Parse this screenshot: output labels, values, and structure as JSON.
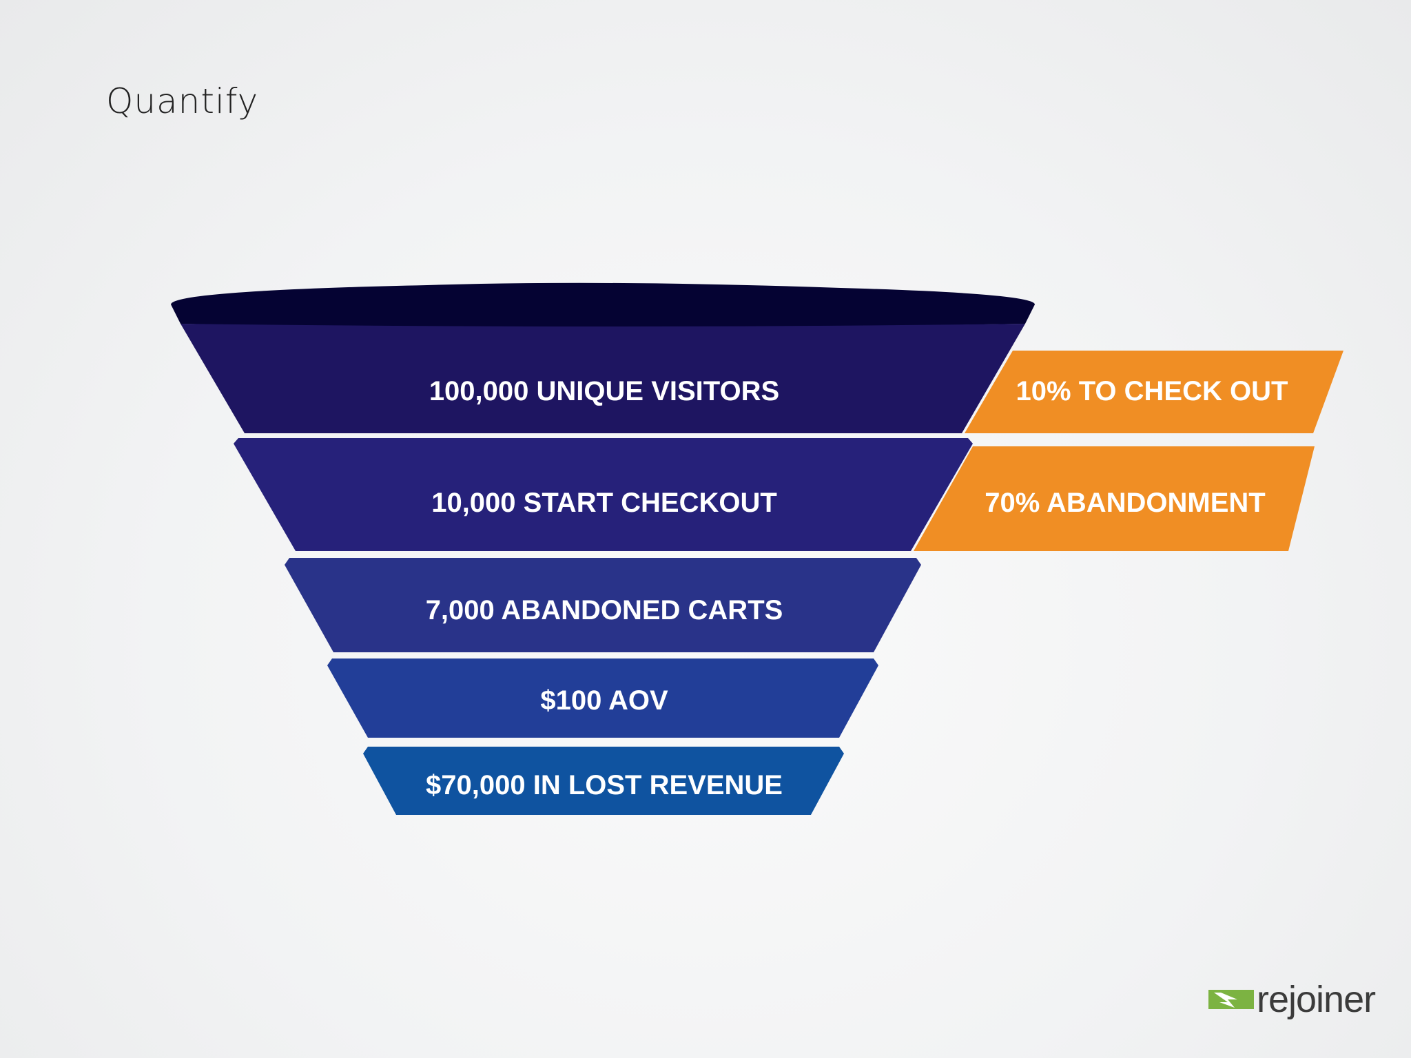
{
  "title": "Quantify",
  "funnel": {
    "stages": [
      {
        "label": "100,000 UNIQUE VISITORS",
        "color": "#1e1561"
      },
      {
        "label": "10,000 START CHECKOUT",
        "color": "#26217a"
      },
      {
        "label": "7,000 ABANDONED CARTS",
        "color": "#293389"
      },
      {
        "label": "$100 AOV",
        "color": "#223e98"
      },
      {
        "label": "$70,000 IN LOST REVENUE",
        "color": "#0f53a0"
      }
    ],
    "rates": [
      {
        "label": "10% TO CHECK OUT",
        "color": "#f08e24"
      },
      {
        "label": "70% ABANDONMENT",
        "color": "#f08e24"
      }
    ],
    "rim_color": "#050333"
  },
  "logo": {
    "text": "rejoiner",
    "icon": "rejoiner-logo-icon",
    "icon_color": "#7cb342"
  }
}
